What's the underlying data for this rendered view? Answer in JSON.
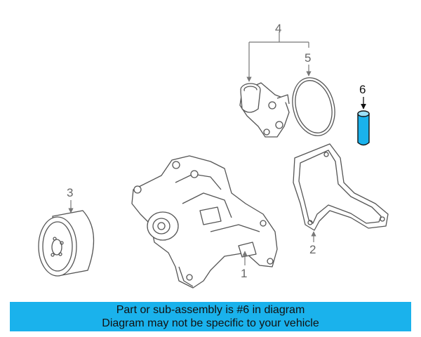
{
  "callouts": [
    {
      "id": "1",
      "label": "1"
    },
    {
      "id": "2",
      "label": "2"
    },
    {
      "id": "3",
      "label": "3"
    },
    {
      "id": "4",
      "label": "4"
    },
    {
      "id": "5",
      "label": "5"
    },
    {
      "id": "6",
      "label": "6"
    }
  ],
  "highlight_color": "#1ab2ec",
  "banner": {
    "line1": "Part or sub-assembly is #6 in diagram",
    "line2": "Diagram may not be specific to your vehicle",
    "color": "#1ab2ec"
  }
}
